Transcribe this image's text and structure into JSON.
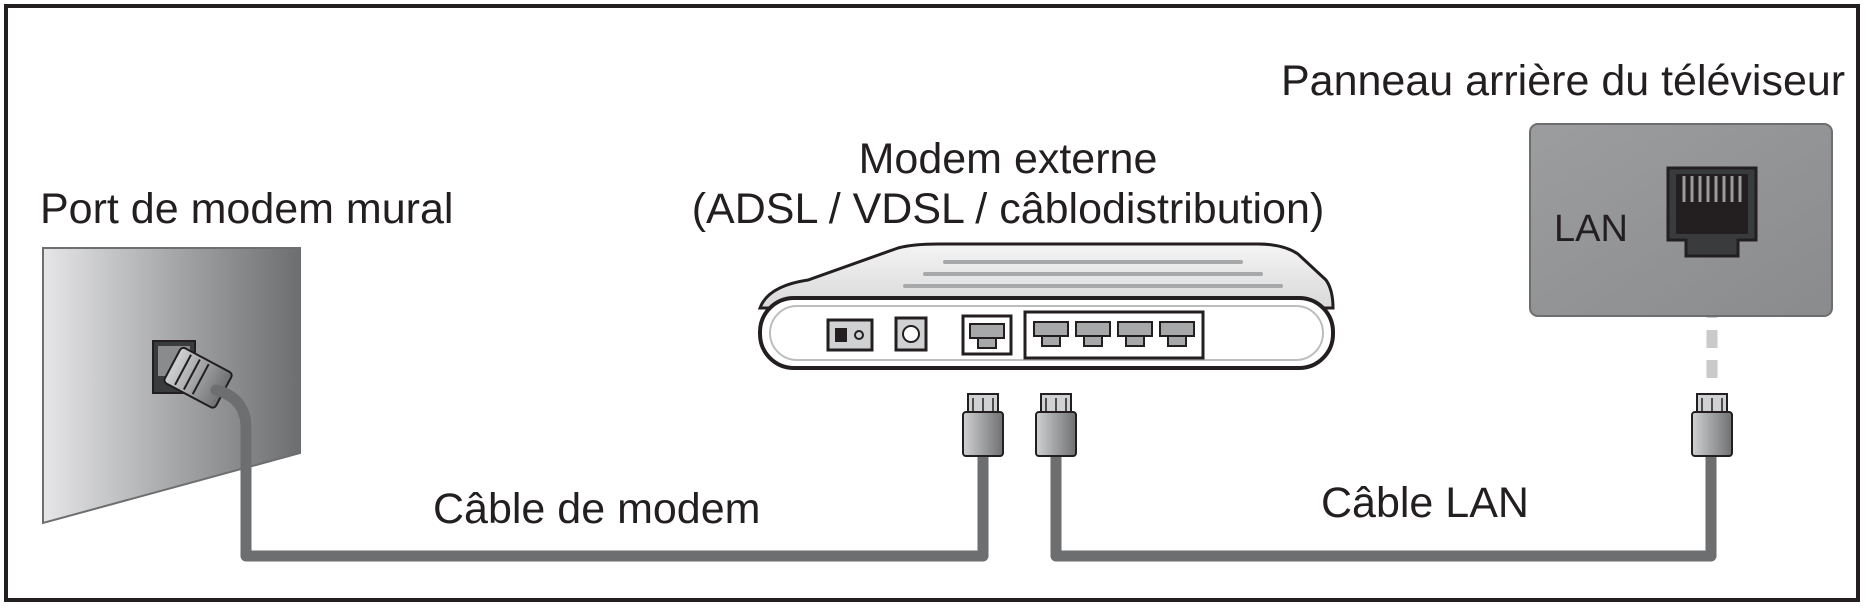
{
  "labels": {
    "wall_port": "Port de modem mural",
    "modem_line1": "Modem externe",
    "modem_line2": "(ADSL / VDSL / câblodistribution)",
    "tv_panel": "Panneau arrière du téléviseur",
    "lan_port": "LAN",
    "modem_cable": "Câble de modem",
    "lan_cable": "Câble LAN"
  },
  "colors": {
    "text": "#231f20",
    "cable": "#6d6e70",
    "panel": "#9a9b9d"
  }
}
